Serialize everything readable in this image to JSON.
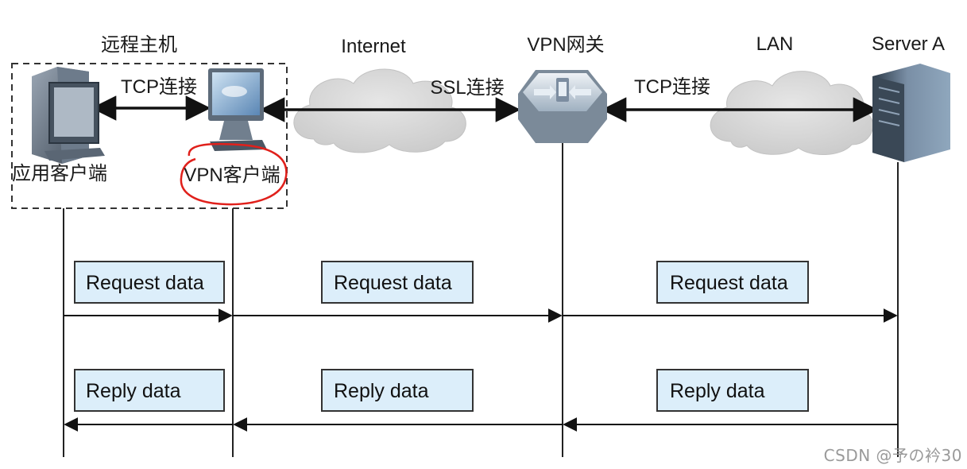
{
  "labels": {
    "remote_host": "远程主机",
    "internet": "Internet",
    "vpn_gateway": "VPN网关",
    "lan": "LAN",
    "server_a": "Server A",
    "tcp_link_left": "TCP连接",
    "ssl_link": "SSL连接",
    "tcp_link_right": "TCP连接",
    "app_client": "应用客户端",
    "vpn_client": "VPN客户端"
  },
  "messages": {
    "request": [
      "Request data",
      "Request data",
      "Request data"
    ],
    "reply": [
      "Reply data",
      "Reply data",
      "Reply data"
    ]
  },
  "watermark": "CSDN @予の衿30",
  "icons": {
    "app_client": "desktop-computer-icon",
    "vpn_client": "monitor-icon",
    "vpn_gateway": "vpn-gateway-icon",
    "server": "server-tower-icon",
    "cloud": "cloud-icon"
  },
  "colors": {
    "message_box_fill": "#dceefa",
    "cloud_fill": "#d9d9d9",
    "highlight_circle": "#e0201b",
    "line": "#111111"
  }
}
